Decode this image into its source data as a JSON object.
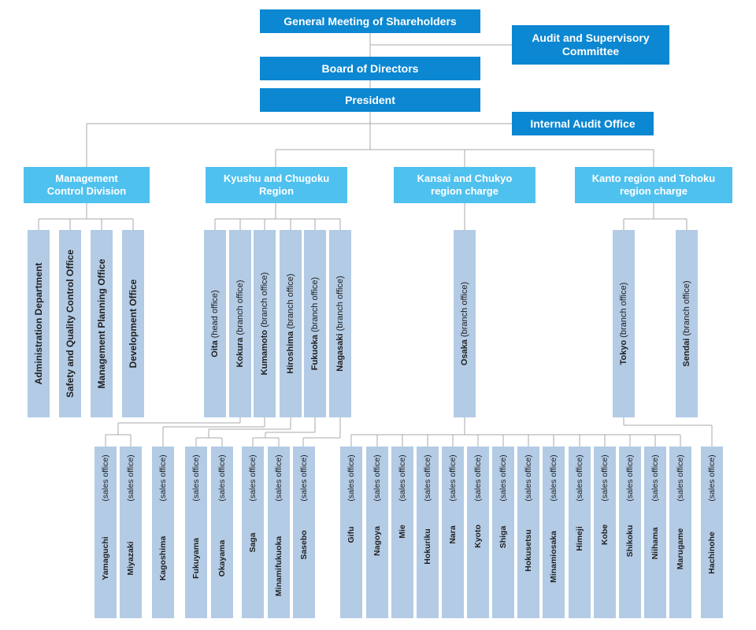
{
  "top": {
    "shareholders": "General Meeting of Shareholders",
    "audit_committee_line1": "Audit and Supervisory",
    "audit_committee_line2": "Committee",
    "board": "Board of Directors",
    "president": "President",
    "internal_audit": "Internal Audit Office"
  },
  "divisions": [
    {
      "line1": "Management",
      "line2": "Control Division"
    },
    {
      "line1": "Kyushu and Chugoku",
      "line2": "Region"
    },
    {
      "line1": "Kansai and Chukyo",
      "line2": "region charge"
    },
    {
      "line1": "Kanto region and Tohoku",
      "line2": "region charge"
    }
  ],
  "departments": [
    "Administration Department",
    "Safety and Quality Control Office",
    "Management Planning Office",
    "Development Office"
  ],
  "branches": [
    {
      "name": "Oita",
      "type": "(head office)"
    },
    {
      "name": "Kokura",
      "type": "(branch office)"
    },
    {
      "name": "Kumamoto",
      "type": "(branch office)"
    },
    {
      "name": "Hiroshima",
      "type": "(branch office)"
    },
    {
      "name": "Fukuoka",
      "type": "(branch office)"
    },
    {
      "name": "Nagasaki",
      "type": "(branch office)"
    },
    {
      "name": "Osaka",
      "type": "(branch office)"
    },
    {
      "name": "Tokyo",
      "type": "(branch office)"
    },
    {
      "name": "Sendai",
      "type": "(branch office)"
    }
  ],
  "sales_offices": [
    {
      "name": "Yamaguchi",
      "type": "(sales office)"
    },
    {
      "name": "Miyazaki",
      "type": "(sales office)"
    },
    {
      "name": "Kagoshima",
      "type": "(sales office)"
    },
    {
      "name": "Fukuyama",
      "type": "(sales office)"
    },
    {
      "name": "Okayama",
      "type": "(sales office)"
    },
    {
      "name": "Saga",
      "type": "(sales office)"
    },
    {
      "name": "Minamifukuoka",
      "type": "(sales office)"
    },
    {
      "name": "Sasebo",
      "type": "(sales office)"
    },
    {
      "name": "Gifu",
      "type": "(sales office)"
    },
    {
      "name": "Nagoya",
      "type": "(sales office)"
    },
    {
      "name": "Mie",
      "type": "(sales office)"
    },
    {
      "name": "Hokuriku",
      "type": "(sales office)"
    },
    {
      "name": "Nara",
      "type": "(sales office)"
    },
    {
      "name": "Kyoto",
      "type": "(sales office)"
    },
    {
      "name": "Shiga",
      "type": "(sales office)"
    },
    {
      "name": "Hokusetsu",
      "type": "(sales office)"
    },
    {
      "name": "Minamiosaka",
      "type": "(sales office)"
    },
    {
      "name": "Himeji",
      "type": "(sales office)"
    },
    {
      "name": "Kobe",
      "type": "(sales office)"
    },
    {
      "name": "Shikoku",
      "type": "(sales office)"
    },
    {
      "name": "Niihama",
      "type": "(sales office)"
    },
    {
      "name": "Marugame",
      "type": "(sales office)"
    },
    {
      "name": "Hachinohe",
      "type": "(sales office)"
    }
  ]
}
